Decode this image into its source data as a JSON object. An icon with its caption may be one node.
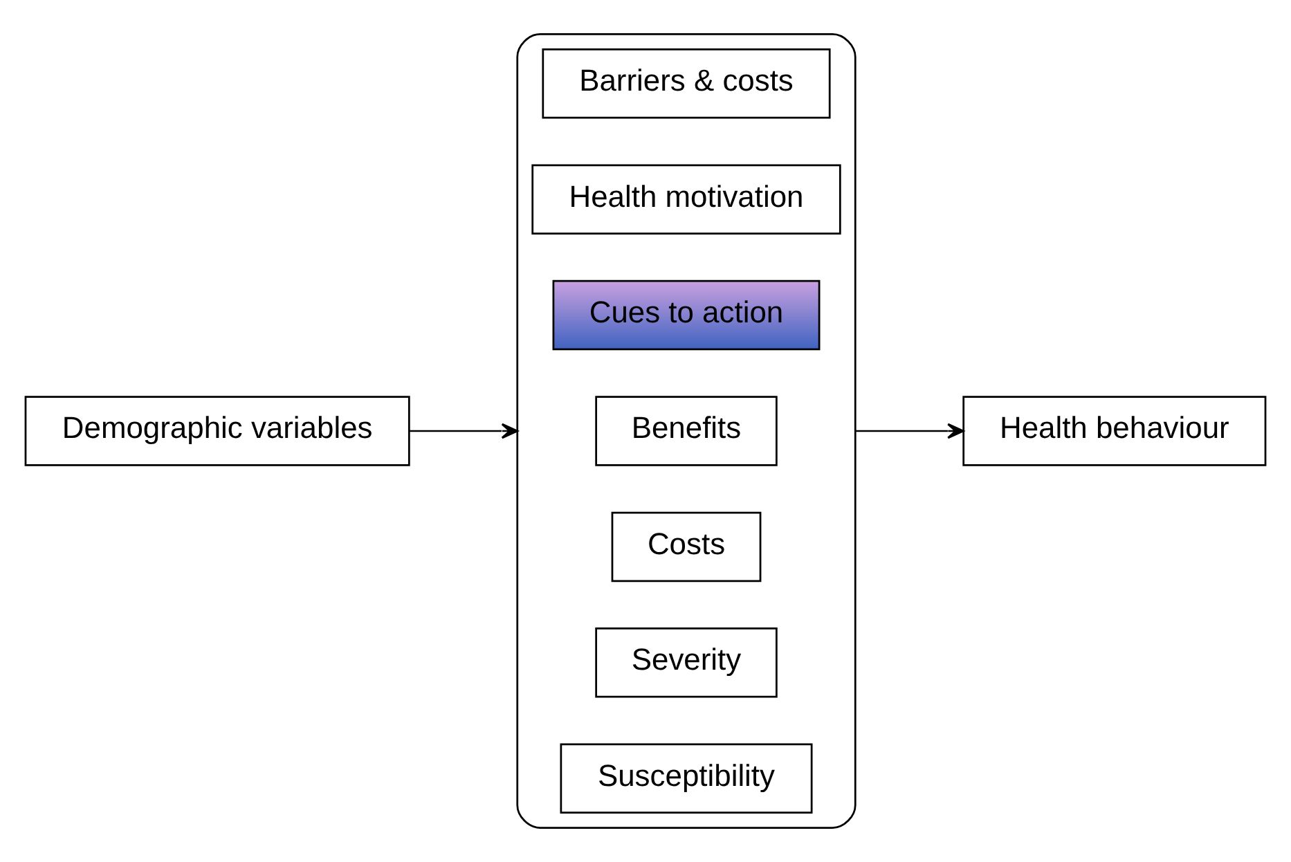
{
  "diagram": {
    "nodes": [
      {
        "text": [
          "Demographic variables"
        ]
      },
      {
        "text": [],
        "shape": "bracket"
      },
      {
        "text": [
          "Susceptibility"
        ],
        "in": 1
      },
      {
        "text": [
          "Severity"
        ],
        "in": 1
      },
      {
        "text": [
          "Costs"
        ],
        "in": 1
      },
      {
        "text": [
          "Benefits"
        ],
        "in": 1
      },
      {
        "text": [
          "Cues to action"
        ],
        "in": 1
      },
      {
        "text": [
          "Health motivation"
        ],
        "in": 1
      },
      {
        "text": [
          "Barriers & costs"
        ],
        "in": 1
      },
      {
        "text": [
          "Health behaviour"
        ]
      }
    ],
    "edges": [
      {
        "from": 0,
        "to": 1,
        "arrow": "to"
      },
      {
        "from": 1,
        "to": 9,
        "arrow": "to"
      }
    ]
  }
}
